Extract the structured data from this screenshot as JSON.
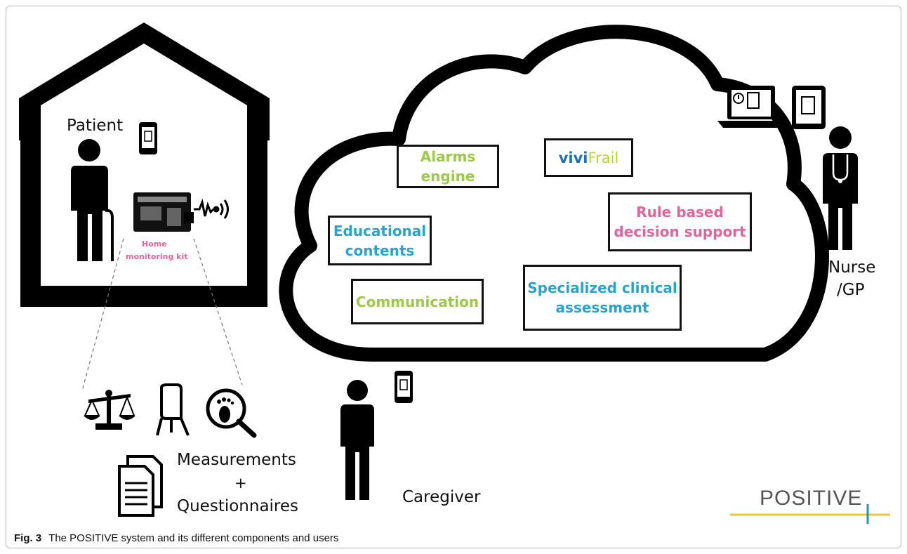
{
  "labels": {
    "patient": "Patient",
    "home_kit_line1": "Home",
    "home_kit_line2": "monitoring kit",
    "measurements": "Measurements",
    "plus": "+",
    "questionnaires": "Questionnaires",
    "caregiver": "Caregiver",
    "nurse_line1": "Nurse",
    "nurse_line2": "/GP"
  },
  "cloud": {
    "alarms": "Alarms\nengine",
    "vivifrail_a": "vivi",
    "vivifrail_b": "Frail",
    "rule_based": "Rule based\ndecision support",
    "educational": "Educational\ncontents",
    "communication": "Communication",
    "specialized": "Specialized clinical\nassessment"
  },
  "logo": {
    "text": "POSITIVE"
  },
  "caption": {
    "label": "Fig. 3",
    "text": "The POSITIVE system and its different components and users"
  },
  "colors": {
    "green": "#9dc94b",
    "blue": "#2aa3cc",
    "pink": "#e2649a",
    "vivi_blue": "#1f6fb5",
    "logo_yellow": "#e9c53b",
    "logo_blue": "#2a8fc0"
  }
}
